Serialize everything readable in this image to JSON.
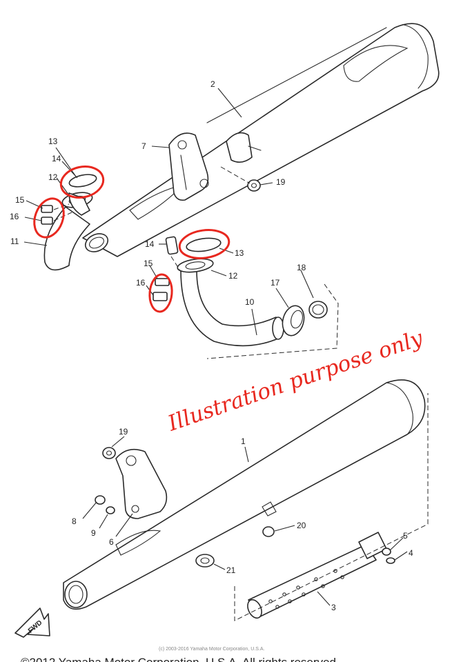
{
  "callouts": {
    "c1": "1",
    "c2": "2",
    "c3": "3",
    "c4": "4",
    "c5": "5",
    "c6": "6",
    "c7": "7",
    "c8": "8",
    "c9": "9",
    "c10": "10",
    "c11": "11",
    "c12a": "12",
    "c12b": "12",
    "c13a": "13",
    "c13b": "13",
    "c14a": "14",
    "c14b": "14",
    "c15a": "15",
    "c15b": "15",
    "c16a": "16",
    "c16b": "16",
    "c17": "17",
    "c18": "18",
    "c19a": "19",
    "c19b": "19",
    "c20": "20",
    "c21": "21"
  },
  "annotation": "Illustration purpose only",
  "fwd_label": "FWD",
  "small_copyright": "(c) 2003-2016 Yamaha Motor Corporation, U.S.A.",
  "footer_copyright": "©2012 Yamaha Motor Corporation, U.S.A. All rights reserved",
  "colors": {
    "highlight": "#e8281f",
    "line": "#2a2a2a"
  }
}
